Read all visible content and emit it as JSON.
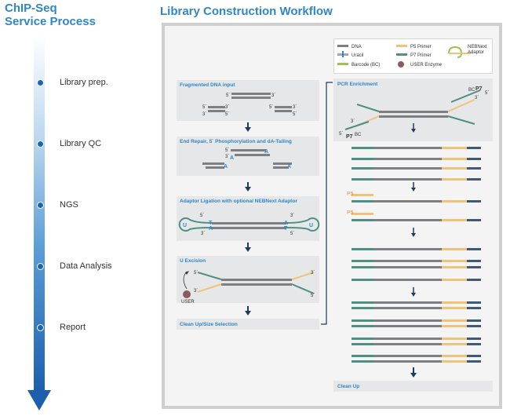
{
  "left_title": {
    "line1": "ChIP-Seq",
    "line2": "Service Process"
  },
  "right_title": "Library Construction Workflow",
  "process_steps": [
    "Library prep.",
    "Library QC",
    "NGS",
    "Data Analysis",
    "Report"
  ],
  "legend": {
    "dna": "DNA",
    "uracil": "Uracil",
    "barcode": "Barcode (BC)",
    "p5": "P5 Primer",
    "p7": "P7 Primer",
    "user": "USER Enzyme",
    "adaptor_line1": "NEBNext",
    "adaptor_line2": "Adaptor"
  },
  "left_steps": {
    "fragmented": "Fragmented DNA input",
    "end_repair": "End Repair, 5´ Phosphorylation and dA-Tailing",
    "ligation": "Adaptor Ligation with optional NEBNext Adaptor",
    "excision": "U Excision",
    "cleanup_size": "Clean Up/Size Selection"
  },
  "right_steps": {
    "pcr": "PCR Enrichment",
    "cleanup": "Clean Up"
  },
  "labels": {
    "five": "5´",
    "three": "3´",
    "a": "A",
    "t": "T",
    "u": "U",
    "user": "USER",
    "bc": "BC",
    "p7": "P7",
    "p5": "P5"
  },
  "colors": {
    "accent": "#2f86c8",
    "dark_blue": "#1c64b0",
    "dna": "#7d7f82",
    "p5": "#f0c37a",
    "p7": "#4f8f84",
    "barcode": "#9fbf5a",
    "arrow": "#1f3b60"
  }
}
